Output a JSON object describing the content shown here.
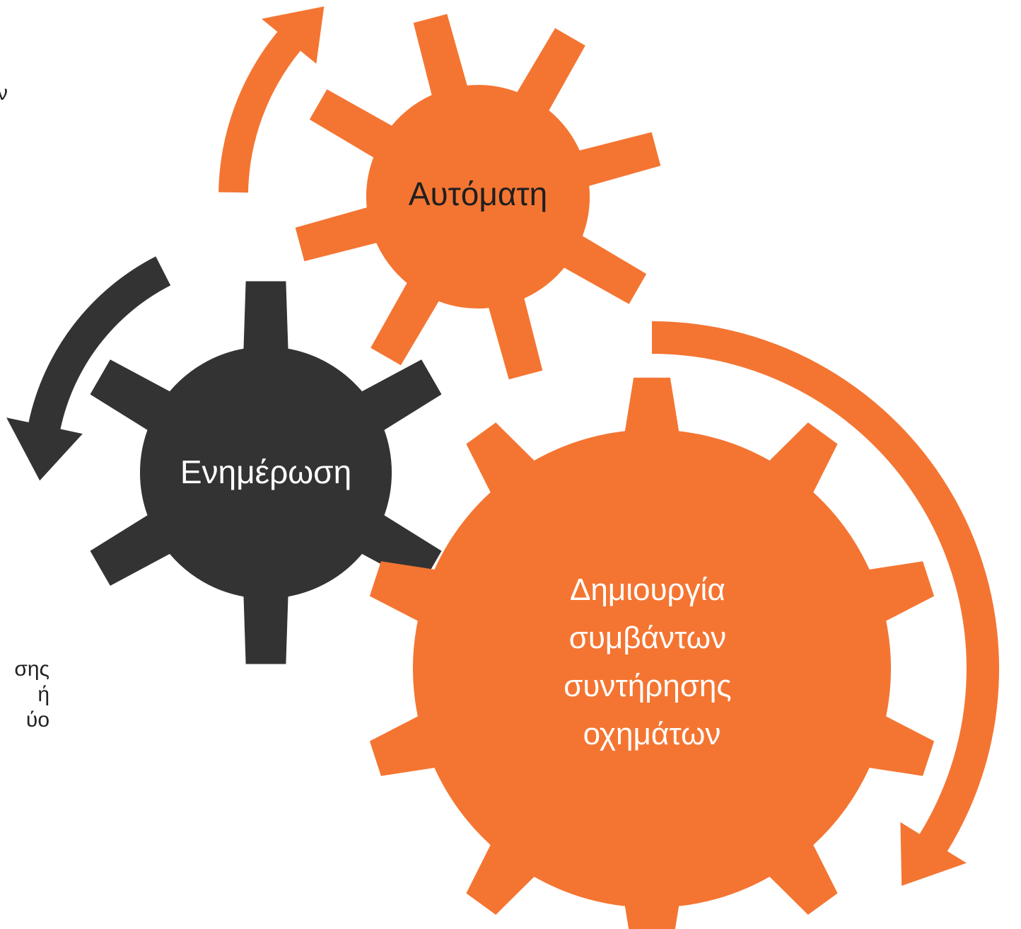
{
  "colors": {
    "accent": "#f47532",
    "dark": "#333333",
    "label_on_orange": "#1f1f1f",
    "label_on_dark": "#ffffff",
    "label_on_orange_light": "#ffffff"
  },
  "gears": [
    {
      "label_lines": [
        "Αυτόματη"
      ],
      "fill": "accent"
    },
    {
      "label_lines": [
        "Ενημέρωση"
      ],
      "fill": "dark"
    },
    {
      "label_lines": [
        "Δημιουργία",
        "συμβάντων",
        "συντήρησης",
        "οχημάτων"
      ],
      "fill": "accent"
    }
  ],
  "arrows": [
    {
      "color": "accent",
      "direction": "clockwise"
    },
    {
      "color": "dark",
      "direction": "counter-clockwise"
    },
    {
      "color": "accent",
      "direction": "clockwise"
    }
  ],
  "cropped_side_text": {
    "top_left": [
      "ν"
    ],
    "bottom_left": [
      "σης",
      "ή",
      "ύο"
    ]
  }
}
